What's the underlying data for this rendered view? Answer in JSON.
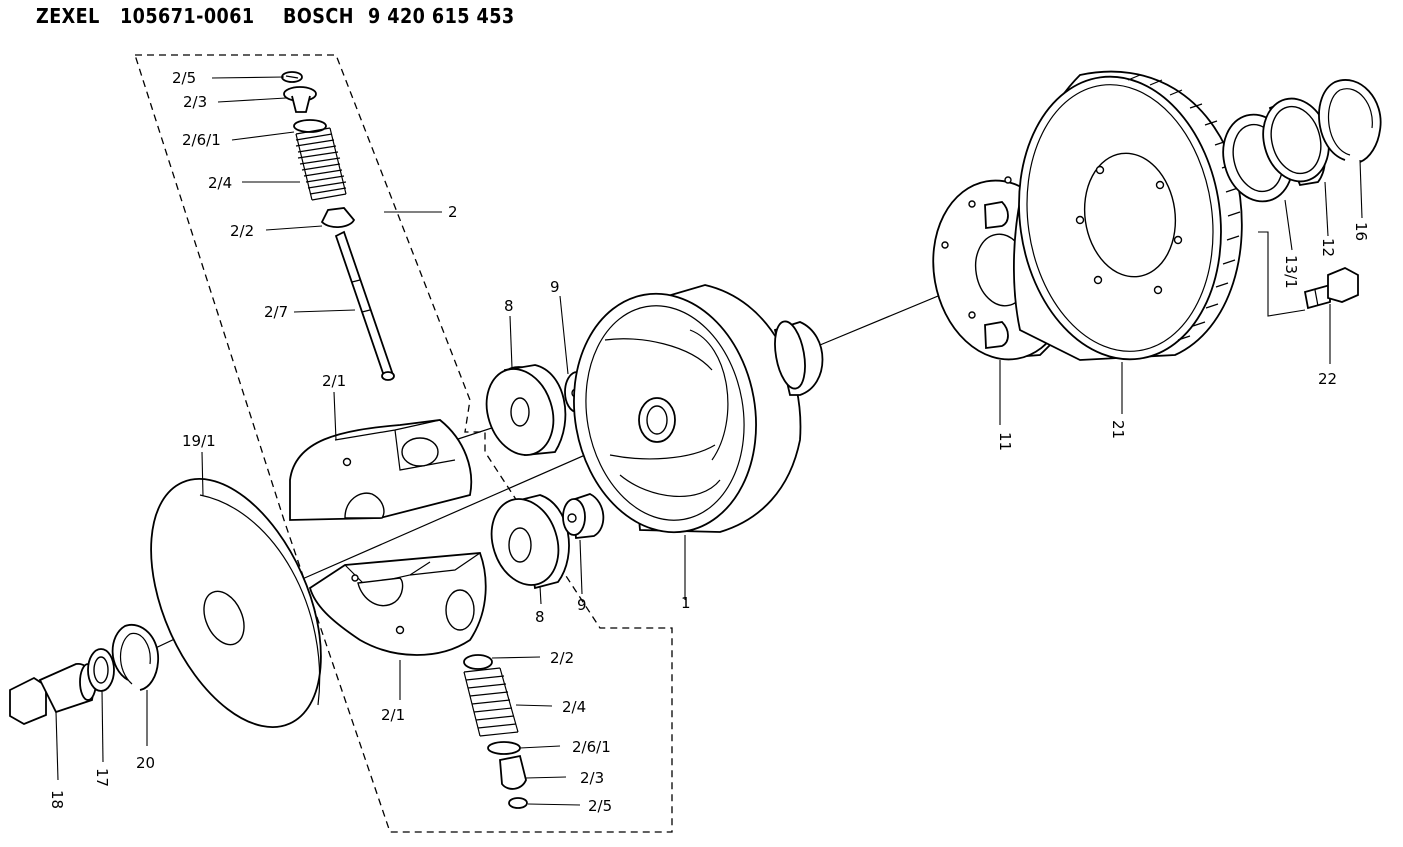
{
  "header": {
    "brand1": "ZEXEL",
    "part_no1": "105671-0061",
    "brand2": "BOSCH",
    "part_no2": "9 420 615 453"
  },
  "callouts": {
    "c_2_5_top": "2/5",
    "c_2_3_top": "2/3",
    "c_2_6_1_top": "2/6/1",
    "c_2_4_top": "2/4",
    "c_2_top": "2",
    "c_2_2_top": "2/2",
    "c_2_7": "2/7",
    "c_2_1_top": "2/1",
    "c_19_1": "19/1",
    "c_8_top": "8",
    "c_9_top": "9",
    "c_8_bot": "8",
    "c_9_bot": "9",
    "c_1": "1",
    "c_11": "11",
    "c_21": "21",
    "c_13_1": "13/1",
    "c_12": "12",
    "c_16": "16",
    "c_22": "22",
    "c_2_1_bot": "2/1",
    "c_2_2_bot": "2/2",
    "c_2_4_bot": "2/4",
    "c_2_6_1_bot": "2/6/1",
    "c_2_3_bot": "2/3",
    "c_2_5_bot": "2/5",
    "c_18": "18",
    "c_17": "17",
    "c_20": "20"
  }
}
